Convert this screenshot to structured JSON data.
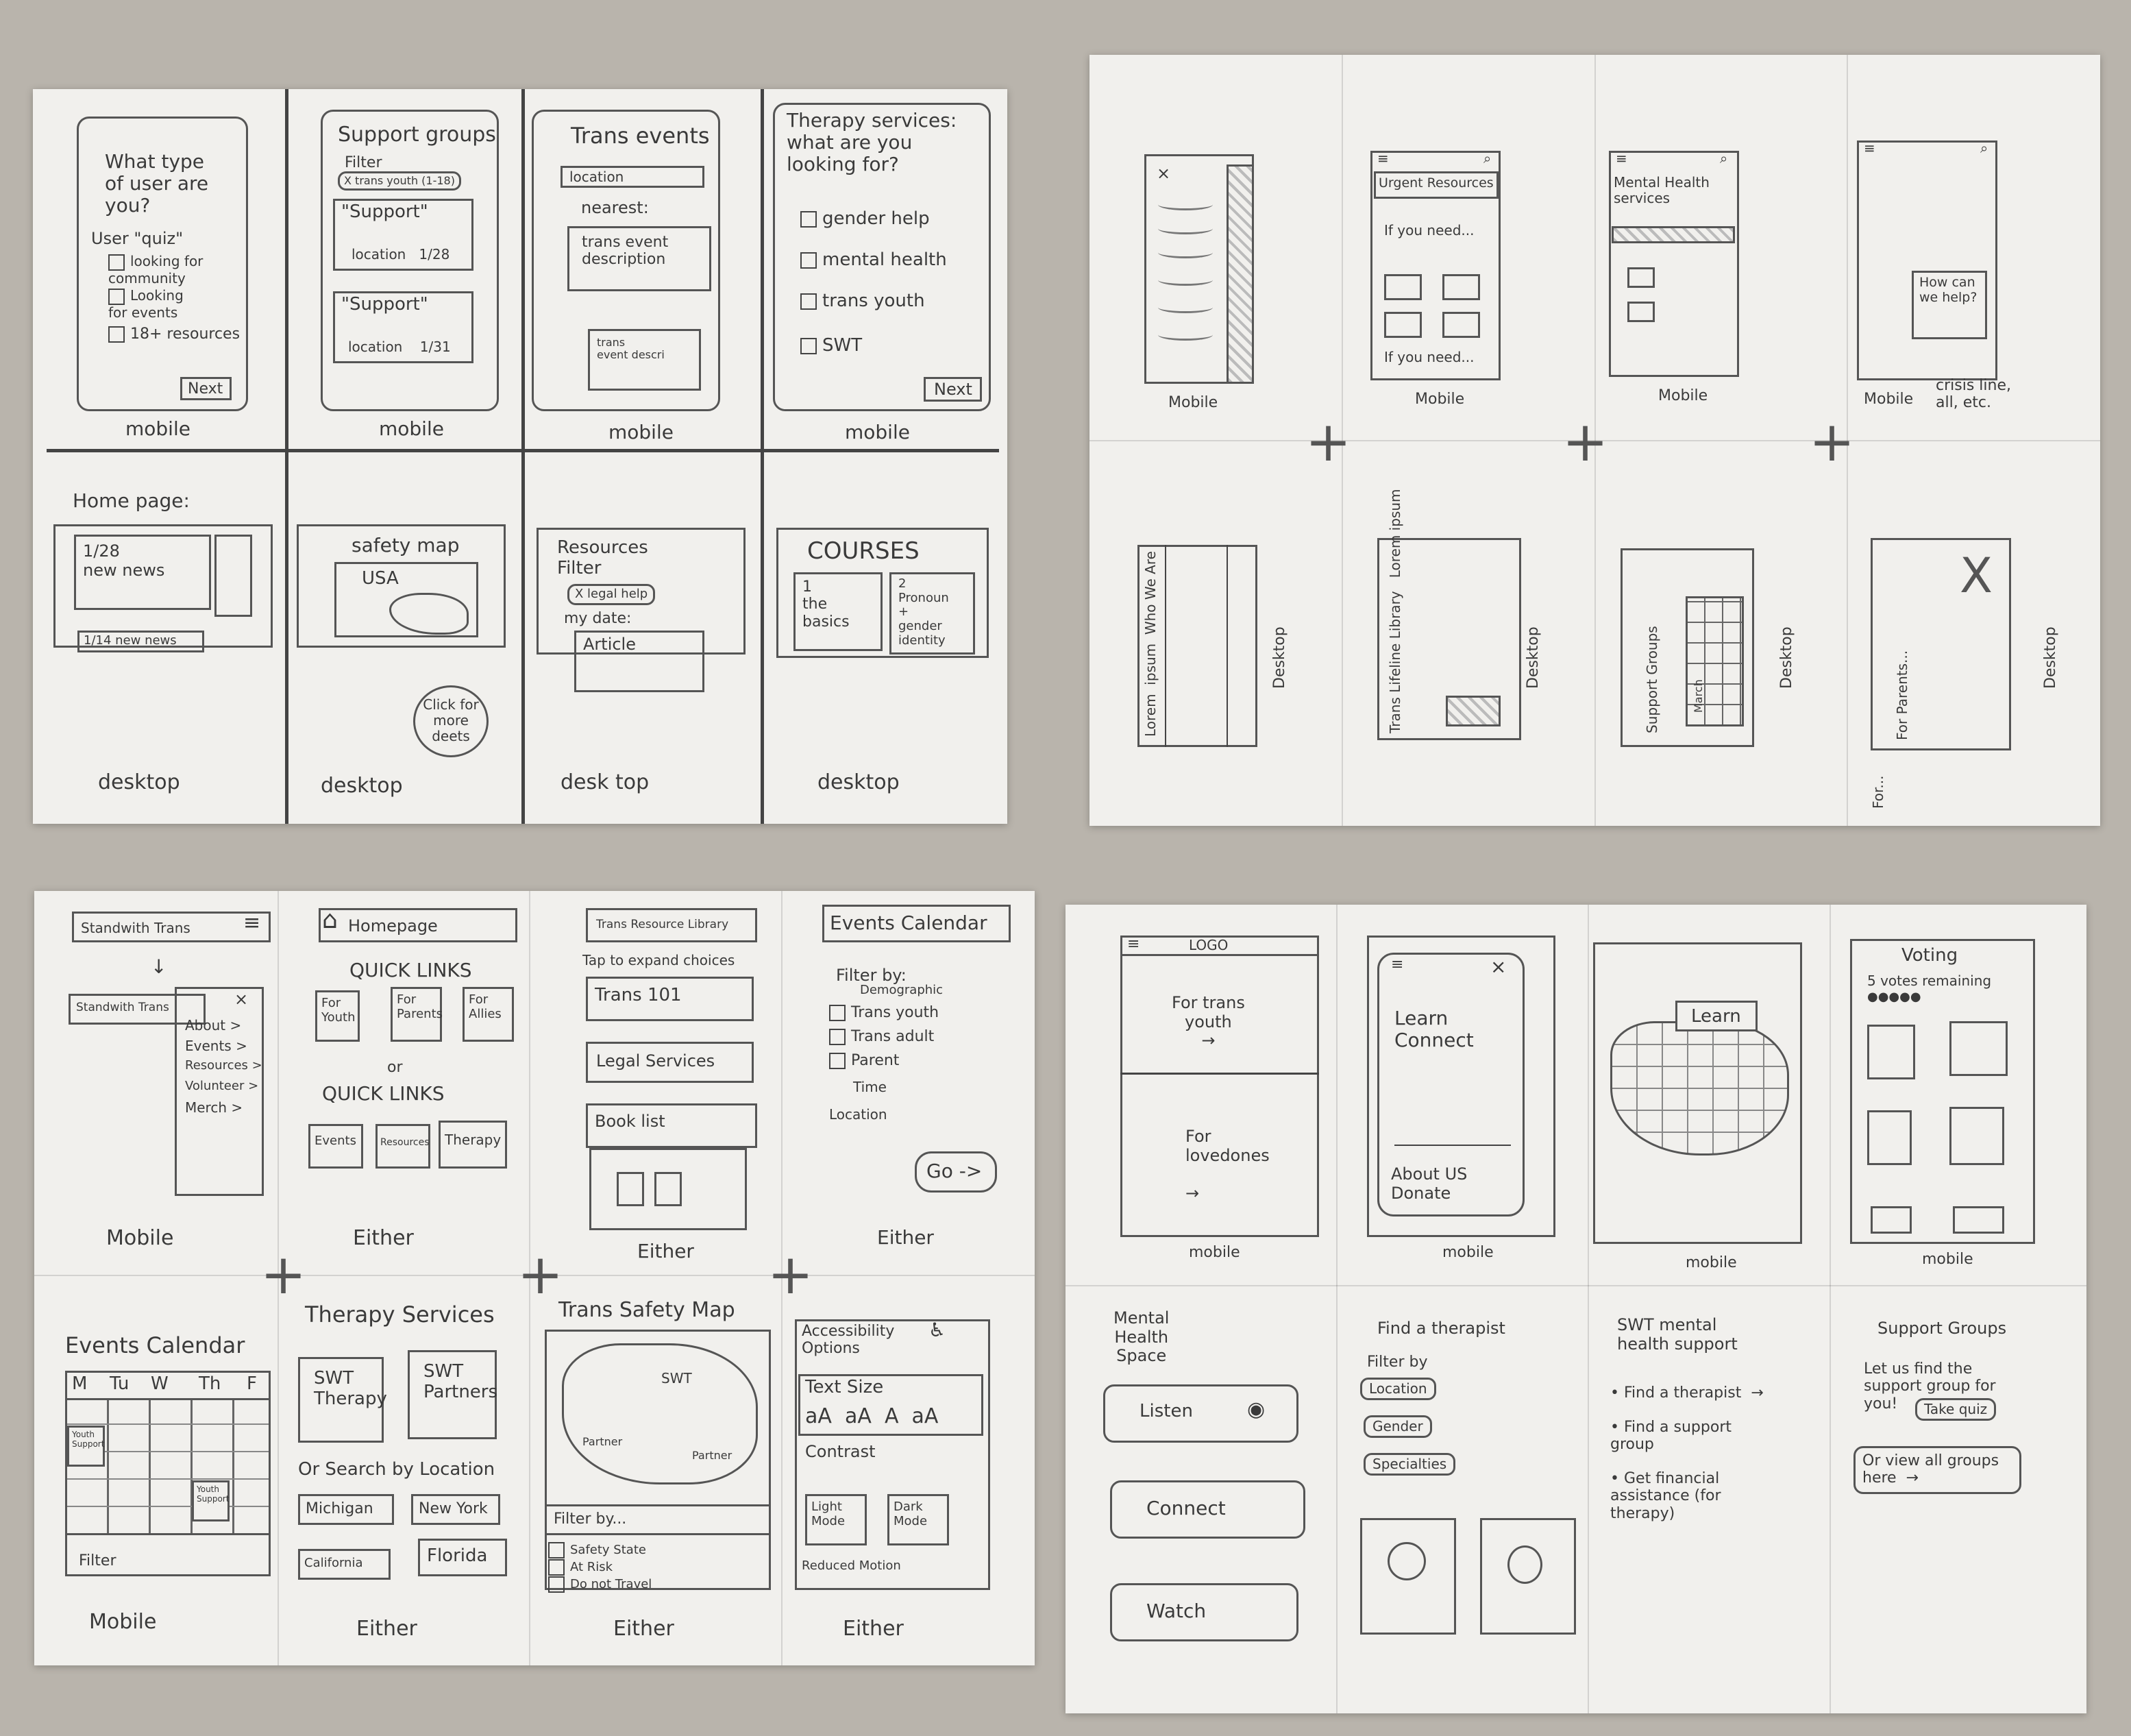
{
  "sheet1": {
    "q_user_type": {
      "title": "What type\nof user are\nyou?",
      "quiz": "User \"quiz\"",
      "opt1": "looking for\ncommunity",
      "opt2": "Looking\nfor events",
      "opt3": "18+ resources",
      "next": "Next",
      "caption": "mobile"
    },
    "support_groups": {
      "title": "Support groups",
      "filter": "Filter",
      "chip": "X trans youth (1-18)",
      "card1_title": "\"Support\"",
      "card1_meta": "location   1/28",
      "card2_title": "\"Support\"",
      "card2_meta": "location    1/31",
      "caption": "mobile"
    },
    "trans_events": {
      "title": "Trans events",
      "location": "location",
      "nearest": "nearest:",
      "event": "trans event\ndescription",
      "event2": "trans\nevent descri",
      "caption": "mobile"
    },
    "therapy_q": {
      "title": "Therapy services:\nwhat are you\nlooking for?",
      "o1": "gender help",
      "o2": "mental health",
      "o3": "trans youth",
      "o4": "SWT",
      "next": "Next",
      "caption": "mobile"
    },
    "home_page": {
      "title": "Home page:",
      "news1": "1/28\nnew news",
      "news2": "1/14 new news",
      "caption": "desktop"
    },
    "safety_map": {
      "title": "safety map",
      "usa": "USA",
      "callout": "Click for\nmore\ndeets",
      "caption": "desktop"
    },
    "resources": {
      "title": "Resources\nFilter",
      "chip": "X legal help",
      "date": "my date:",
      "article": "Article",
      "caption": "desk top"
    },
    "courses": {
      "title": "COURSES",
      "c1": "1\nthe\nbasics",
      "c2": "2\nPronoun\n+\ngender\nidentity",
      "caption": "desktop"
    }
  },
  "sheet2": {
    "m1": {
      "caption": "Mobile"
    },
    "m2": {
      "title": "Urgent Resources",
      "sub": "If you need...",
      "sub2": "If you need...",
      "caption": "Mobile"
    },
    "m3": {
      "title": "Mental Health\nservices",
      "caption": "Mobile"
    },
    "m4": {
      "bubble": "How can\nwe help?",
      "note": "crisis line,\nall, etc.",
      "caption": "Mobile"
    },
    "d1": {
      "side": "Lorem  ipsum  Who We Are",
      "caption": "Desktop"
    },
    "d2": {
      "side": "Trans Lifeline Library   Lorem ipsum",
      "caption": "Desktop"
    },
    "d3": {
      "side": "Support Groups",
      "cal": "March",
      "caption": "Desktop"
    },
    "d4": {
      "side": "For Parents...",
      "side2": "For...",
      "caption": "Desktop"
    }
  },
  "sheet3": {
    "nav": {
      "header": "Standwith Trans",
      "header2": "Standwith Trans",
      "items": [
        "About >",
        "Events >",
        "Resources >",
        "Volunteer >",
        "Merch >"
      ],
      "caption": "Mobile"
    },
    "homepage": {
      "title": "Homepage",
      "ql": "QUICK LINKS",
      "l1": "For\nYouth",
      "l2": "For\nParents",
      "l3": "For\nAllies",
      "or": "or",
      "ql2": "QUICK LINKS",
      "l4": "Events",
      "l5": "Resources",
      "l6": "Therapy",
      "caption": "Either"
    },
    "library": {
      "title": "Trans Resource Library",
      "sub": "Tap to expand choices",
      "a1": "Trans 101",
      "a2": "Legal Services",
      "a3": "Book list",
      "caption": "Either"
    },
    "events_cal": {
      "title": "Events Calendar",
      "filter": "Filter by:",
      "f1": "Demographic",
      "f2": "Trans youth",
      "f3": "Trans adult",
      "f4": "Parent",
      "f5": "Time",
      "f6": "Location",
      "go": "Go ->",
      "caption": "Either"
    },
    "events_cal2": {
      "title": "Events Calendar",
      "days": [
        "M",
        "Tu",
        "W",
        "Th",
        "F"
      ],
      "ev1": "Youth\nSupport",
      "ev2": "Youth\nSupport",
      "filter": "Filter",
      "caption": "Mobile"
    },
    "therapy": {
      "title": "Therapy Services",
      "b1": "SWT\nTherapy",
      "b2": "SWT\nPartners",
      "or": "Or Search by Location",
      "s1": "Michigan",
      "s2": "New York",
      "s3": "California",
      "s4": "Florida",
      "caption": "Either"
    },
    "safety": {
      "title": "Trans Safety Map",
      "swt": "SWT",
      "partner": "Partner",
      "partner2": "Partner",
      "filter": "Filter by...",
      "f1": "Safety State",
      "f2": "At Risk",
      "f3": "Do not Travel",
      "caption": "Either"
    },
    "access": {
      "title": "Accessibility\nOptions",
      "ts": "Text Size",
      "sizes": "aA  aA  A  aA",
      "contrast": "Contrast",
      "light": "Light\nMode",
      "dark": "Dark\nMode",
      "motion": "Reduced Motion",
      "caption": "Either"
    }
  },
  "sheet4": {
    "m1": {
      "logo": "LOGO",
      "a": "For trans\nyouth\n→",
      "b": "For\nlovedones\n\n→",
      "caption": "mobile"
    },
    "m2": {
      "learn": "Learn\nConnect",
      "bottom": "About US\nDonate",
      "caption": "mobile"
    },
    "m3": {
      "tag": "Learn",
      "caption": "mobile"
    },
    "m4": {
      "title": "Voting",
      "sub": "5 votes remaining",
      "caption": "mobile"
    },
    "d1": {
      "title": "Mental\nHealth\nSpace",
      "b1": "Listen",
      "b2": "Connect",
      "b3": "Watch"
    },
    "d2": {
      "title": "Find a therapist",
      "filter": "Filter by",
      "c1": "Location",
      "c2": "Gender",
      "c3": "Specialties"
    },
    "d3": {
      "title": "SWT mental\nhealth support",
      "i1": "Find a therapist  →",
      "i2": "Find a support\ngroup",
      "i3": "Get financial\nassistance (for\ntherapy)"
    },
    "d4": {
      "title": "Support Groups",
      "text": "Let us find the\nsupport group for\nyou!",
      "quiz": "Take quiz",
      "all": "Or view all groups\nhere  →"
    }
  }
}
